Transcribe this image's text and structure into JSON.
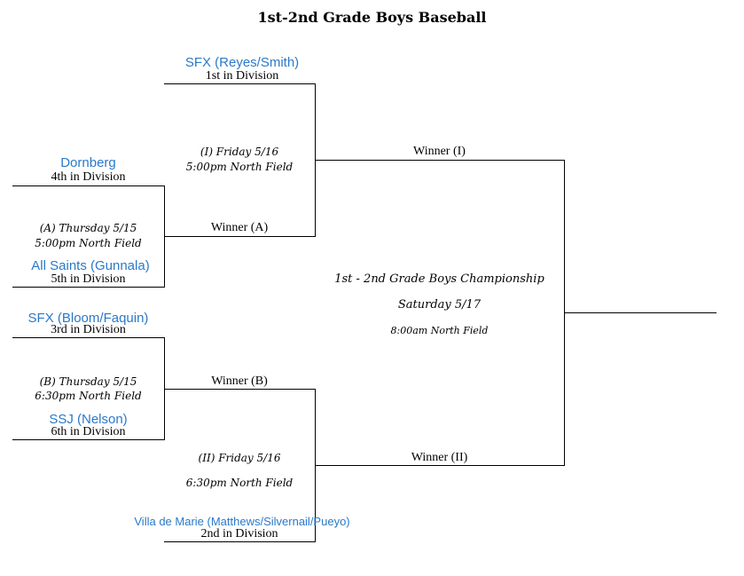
{
  "title": "1st-2nd Grade Boys Baseball",
  "teams": [
    {
      "name": "SFX (Reyes/Smith)",
      "seed": "1st in Division"
    },
    {
      "name": "Dornberg",
      "seed": "4th in Division"
    },
    {
      "name": "All Saints (Gunnala)",
      "seed": "5th in Division"
    },
    {
      "name": "SFX (Bloom/Faquin)",
      "seed": "3rd in Division"
    },
    {
      "name": "SSJ (Nelson)",
      "seed": "6th in Division"
    },
    {
      "name": "Villa de Marie (Matthews/Silvernail/Pueyo)",
      "seed": "2nd in Division"
    }
  ],
  "games": {
    "A": {
      "date": "(A) Thursday 5/15",
      "time": "5:00pm North Field"
    },
    "B": {
      "date": "(B) Thursday 5/15",
      "time": "6:30pm North Field"
    },
    "I": {
      "date": "(I) Friday 5/16",
      "time": "5:00pm North Field"
    },
    "II": {
      "date": "(II) Friday 5/16",
      "time": "6:30pm North Field"
    }
  },
  "winners": {
    "A": "Winner (A)",
    "B": "Winner (B)",
    "I": "Winner (I)",
    "II": "Winner (II)"
  },
  "championship": {
    "title": "1st - 2nd Grade Boys Championship",
    "date": "Saturday 5/17",
    "time": "8:00am North Field"
  }
}
